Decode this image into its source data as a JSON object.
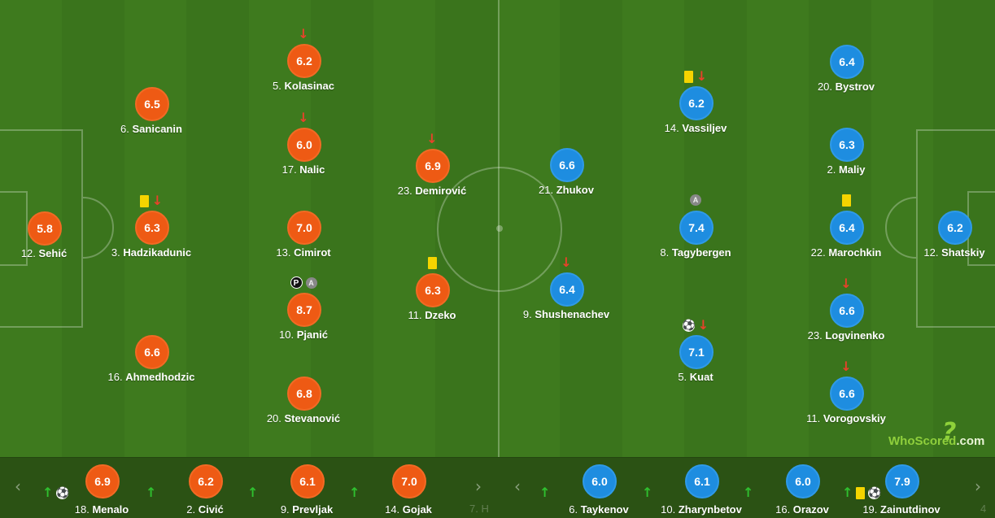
{
  "brand": {
    "logo_text": "WhoScored",
    "logo_suffix": ".com"
  },
  "colors": {
    "home": "#ee5a14",
    "away": "#1e8de0",
    "pitch": "#3e7a1e",
    "bench": "#2b5214"
  },
  "home_team": {
    "players": [
      {
        "id": "h1",
        "rating": "6.2",
        "num": "5.",
        "name": "Kolasinac",
        "events": [
          "sub-off"
        ]
      },
      {
        "id": "h2",
        "rating": "6.5",
        "num": "6.",
        "name": "Sanicanin",
        "events": []
      },
      {
        "id": "h3",
        "rating": "6.0",
        "num": "17.",
        "name": "Nalic",
        "events": [
          "sub-off"
        ]
      },
      {
        "id": "h4",
        "rating": "6.9",
        "num": "23.",
        "name": "Demirović",
        "events": [
          "sub-off"
        ]
      },
      {
        "id": "h5",
        "rating": "5.8",
        "num": "12.",
        "name": "Sehić",
        "events": []
      },
      {
        "id": "h6",
        "rating": "6.3",
        "num": "3.",
        "name": "Hadzikadunic",
        "events": [
          "yellow",
          "sub-off"
        ]
      },
      {
        "id": "h7",
        "rating": "7.0",
        "num": "13.",
        "name": "Cimirot",
        "events": []
      },
      {
        "id": "h8",
        "rating": "6.3",
        "num": "11.",
        "name": "Dzeko",
        "events": [
          "yellow"
        ]
      },
      {
        "id": "h9",
        "rating": "8.7",
        "num": "10.",
        "name": "Pjanić",
        "events": [
          "penalty",
          "assist"
        ]
      },
      {
        "id": "h10",
        "rating": "6.6",
        "num": "16.",
        "name": "Ahmedhodzic",
        "events": []
      },
      {
        "id": "h11",
        "rating": "6.8",
        "num": "20.",
        "name": "Stevanović",
        "events": []
      }
    ],
    "subs": [
      {
        "rating": "6.9",
        "num": "18.",
        "name": "Menalo",
        "events": [
          "sub-on",
          "goal"
        ]
      },
      {
        "rating": "6.2",
        "num": "2.",
        "name": "Civić",
        "events": [
          "sub-on"
        ]
      },
      {
        "rating": "6.1",
        "num": "9.",
        "name": "Prevljak",
        "events": [
          "sub-on"
        ]
      },
      {
        "rating": "7.0",
        "num": "14.",
        "name": "Gojak",
        "events": [
          "sub-on"
        ]
      }
    ]
  },
  "away_team": {
    "players": [
      {
        "id": "a1",
        "rating": "6.4",
        "num": "20.",
        "name": "Bystrov",
        "events": []
      },
      {
        "id": "a2",
        "rating": "6.2",
        "num": "14.",
        "name": "Vassiljev",
        "events": [
          "yellow",
          "sub-off"
        ]
      },
      {
        "id": "a3",
        "rating": "6.3",
        "num": "2.",
        "name": "Maliy",
        "events": []
      },
      {
        "id": "a4",
        "rating": "6.6",
        "num": "21.",
        "name": "Zhukov",
        "events": []
      },
      {
        "id": "a5",
        "rating": "7.4",
        "num": "8.",
        "name": "Tagybergen",
        "events": [
          "assist"
        ]
      },
      {
        "id": "a6",
        "rating": "6.4",
        "num": "22.",
        "name": "Marochkin",
        "events": [
          "yellow"
        ]
      },
      {
        "id": "a7",
        "rating": "6.2",
        "num": "12.",
        "name": "Shatskiy",
        "events": []
      },
      {
        "id": "a8",
        "rating": "6.4",
        "num": "9.",
        "name": "Shushenachev",
        "events": [
          "sub-off"
        ]
      },
      {
        "id": "a9",
        "rating": "6.6",
        "num": "23.",
        "name": "Logvinenko",
        "events": [
          "sub-off"
        ]
      },
      {
        "id": "a10",
        "rating": "7.1",
        "num": "5.",
        "name": "Kuat",
        "events": [
          "goal",
          "sub-off"
        ]
      },
      {
        "id": "a11",
        "rating": "6.6",
        "num": "11.",
        "name": "Vorogovskiy",
        "events": [
          "sub-off"
        ]
      }
    ],
    "subs": [
      {
        "rating": "6.0",
        "num": "6.",
        "name": "Taykenov",
        "events": [
          "sub-on"
        ]
      },
      {
        "rating": "6.1",
        "num": "10.",
        "name": "Zharynbetov",
        "events": [
          "sub-on"
        ]
      },
      {
        "rating": "6.0",
        "num": "16.",
        "name": "Orazov",
        "events": [
          "sub-on"
        ]
      },
      {
        "rating": "7.9",
        "num": "19.",
        "name": "Zainutdinov",
        "events": [
          "sub-on",
          "yellow",
          "goal"
        ]
      }
    ]
  },
  "bench_nav": {
    "prev_icon": "chevron-left-icon",
    "next_icon": "chevron-right-icon",
    "prev_glyph": "‹",
    "next_glyph": "›"
  },
  "faded": {
    "home_next": "7. H",
    "away_next": "4"
  }
}
